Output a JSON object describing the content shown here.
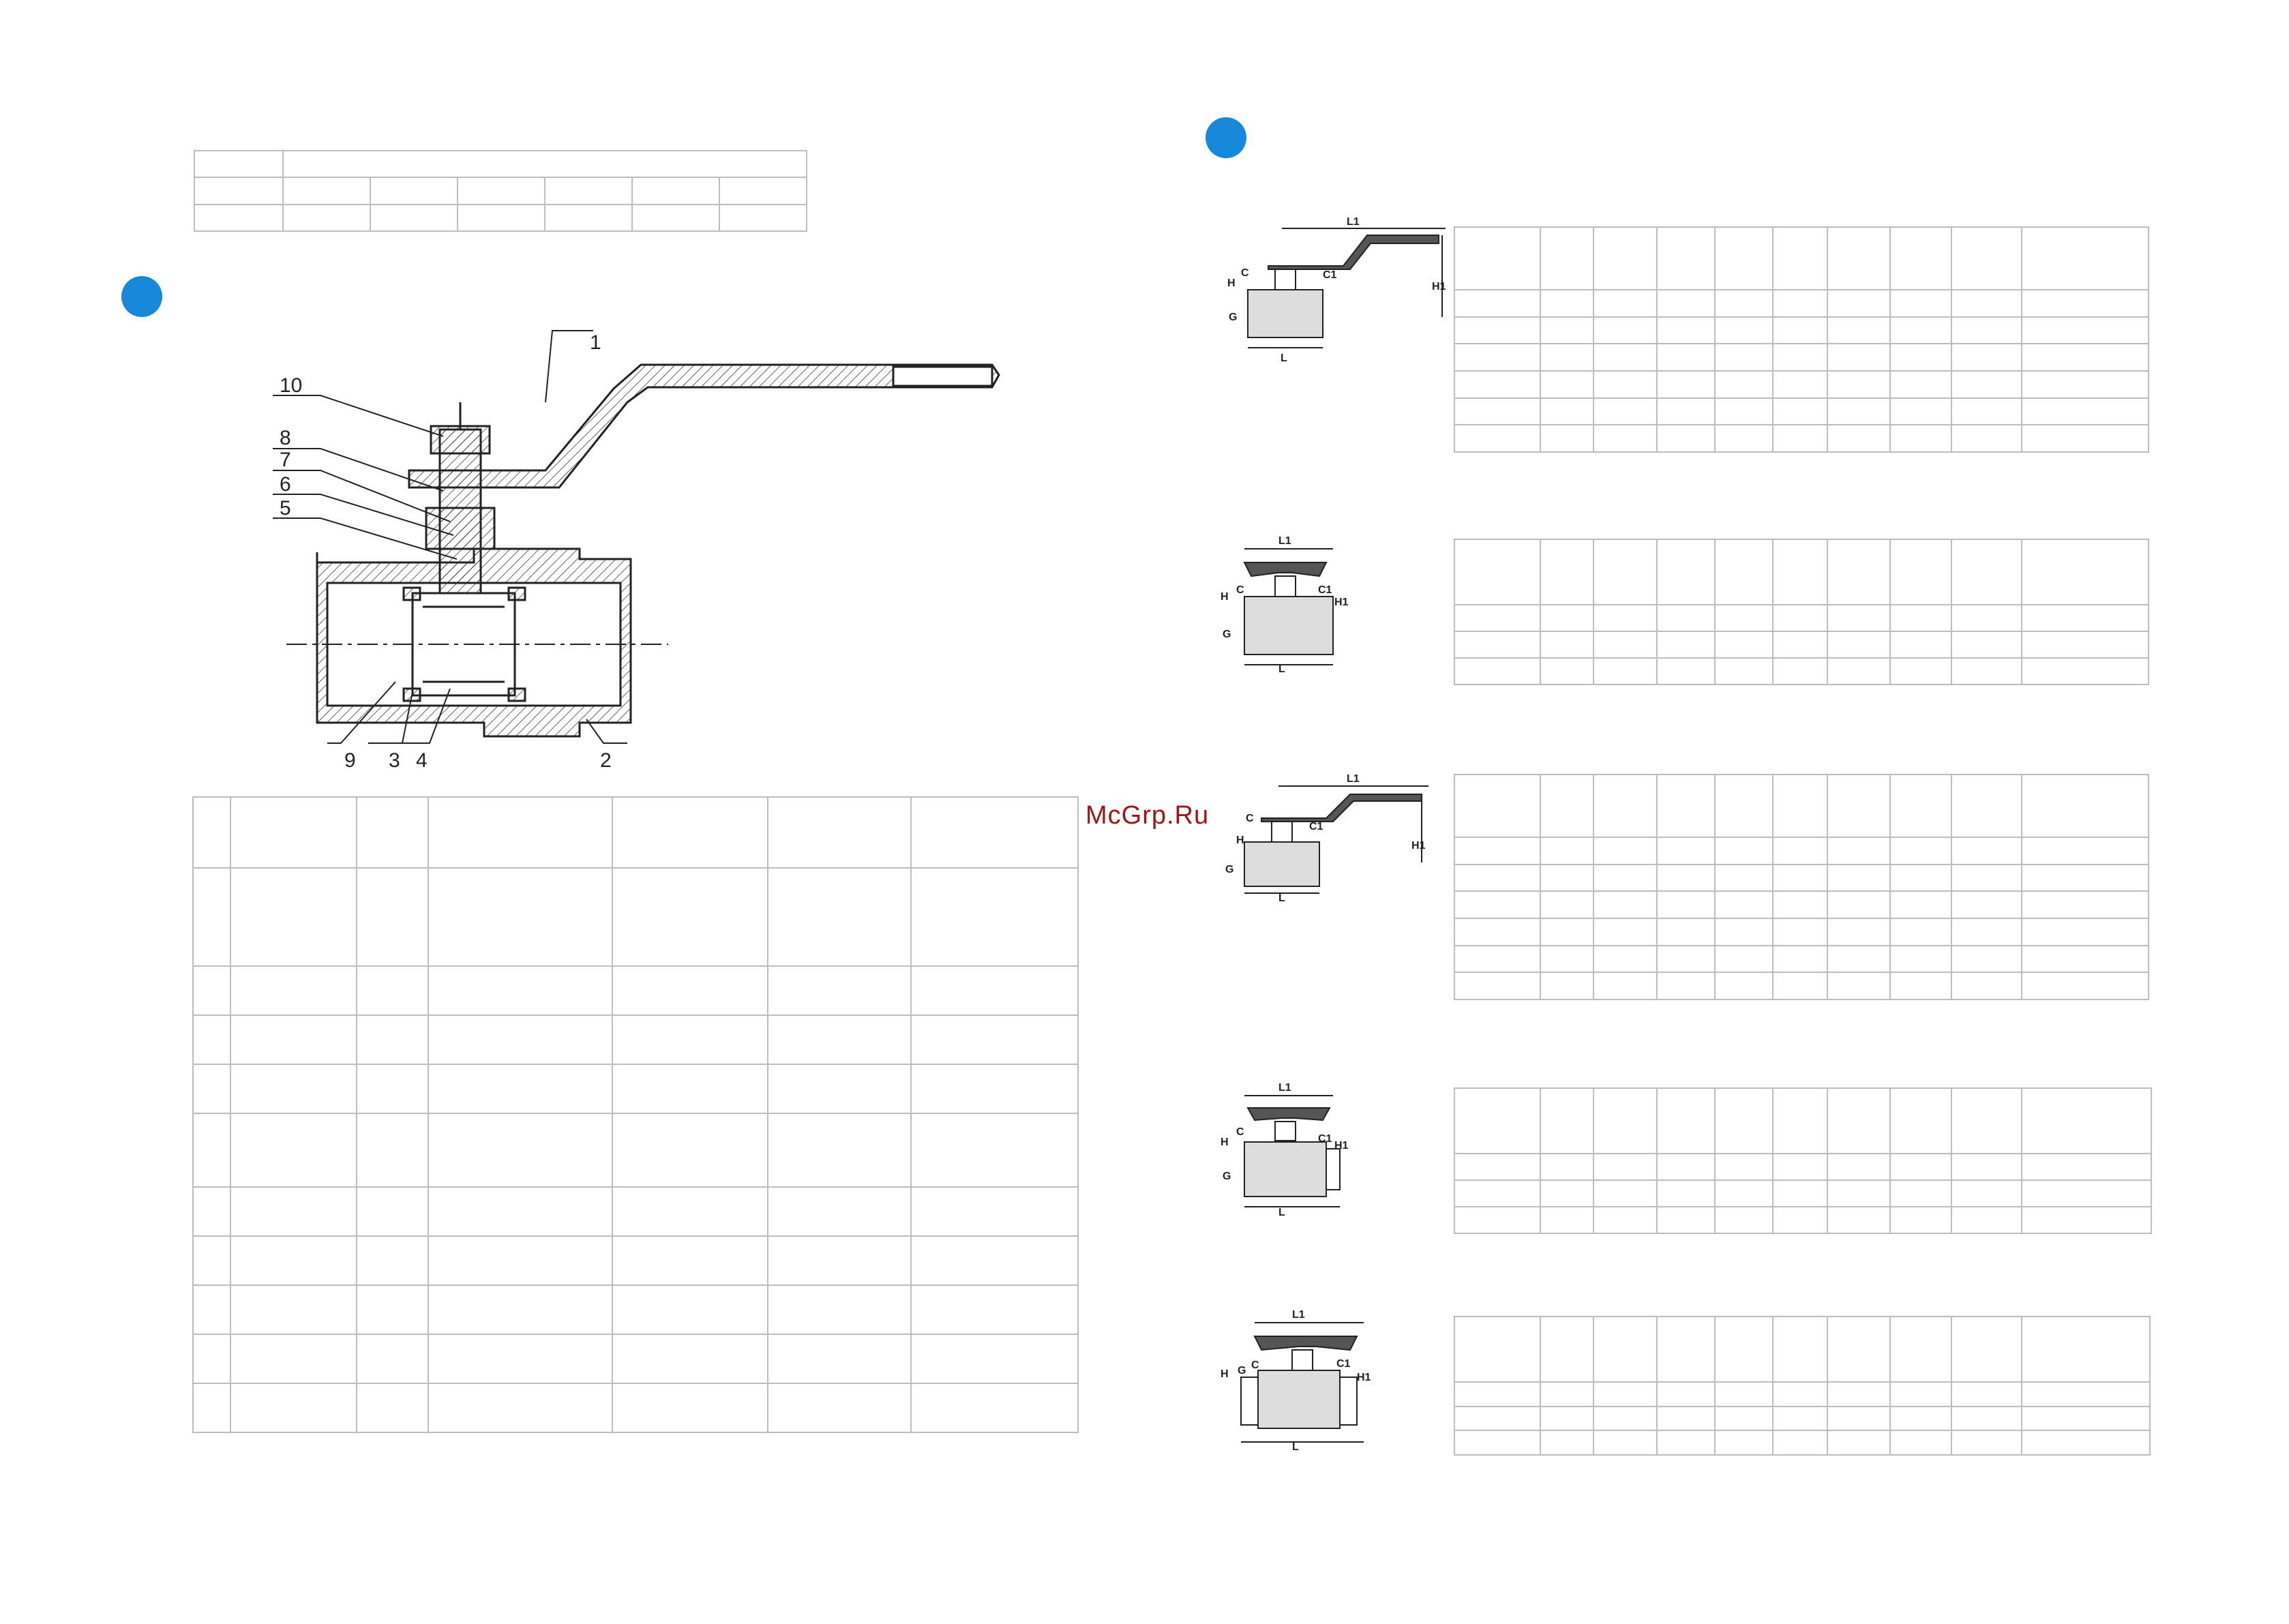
{
  "watermark": "McGrp.Ru",
  "drawing": {
    "callouts": [
      "10",
      "8",
      "7",
      "6",
      "5",
      "1",
      "9",
      "3",
      "4",
      "2"
    ]
  },
  "dimension_labels": [
    "L1",
    "H",
    "C",
    "C1",
    "H1",
    "G",
    "L"
  ],
  "colors": {
    "marker": "#1687d9",
    "grid": "#bdbdbd",
    "watermark": "#9c1616"
  }
}
